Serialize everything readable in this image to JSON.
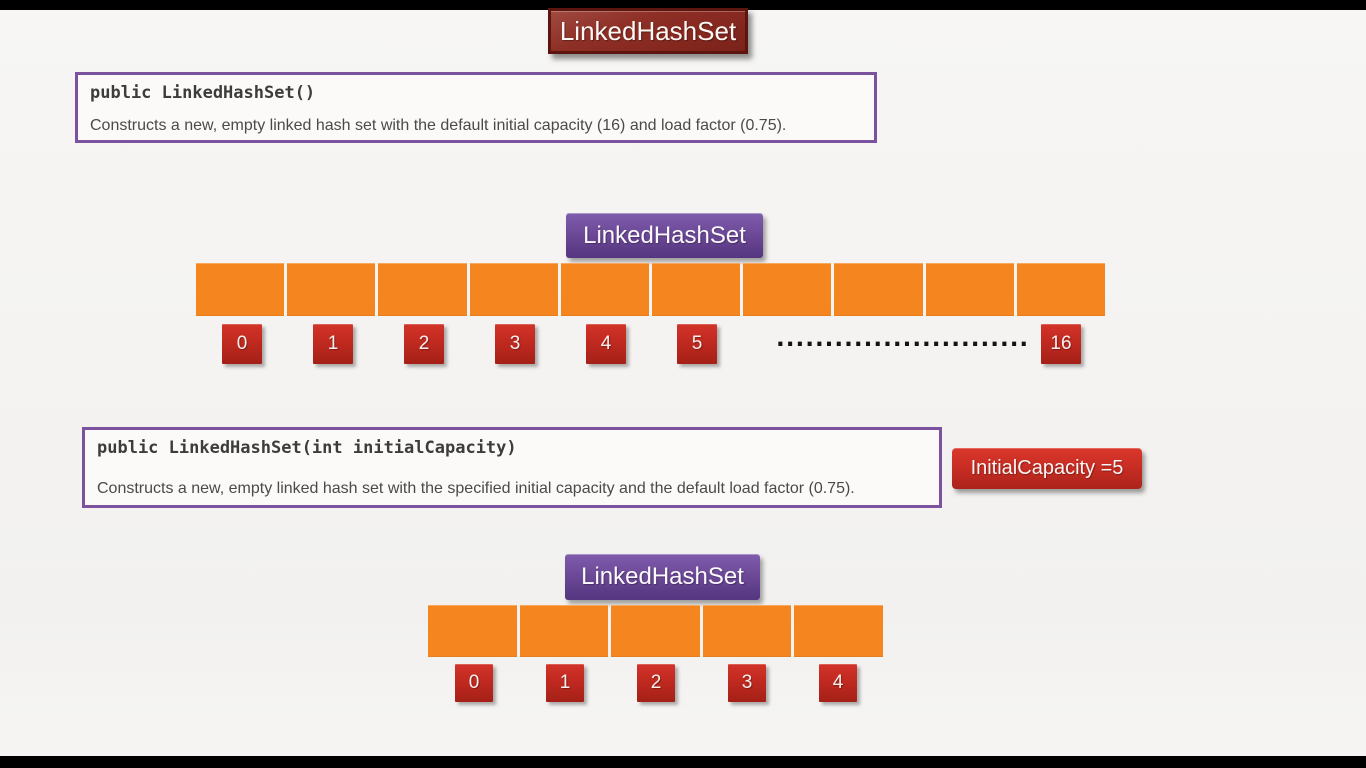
{
  "slide": {
    "title": "LinkedHashSet",
    "colors": {
      "orange_bucket": "#F5861F",
      "red_index": "#C22A20",
      "purple_label": "#6C4997",
      "purple_border": "#7B529E",
      "maroon_title": "#8E2F26",
      "background": "#F4F3F1"
    }
  },
  "default_constructor": {
    "code": "public LinkedHashSet()",
    "description": "Constructs a new, empty linked hash set with the default initial capacity (16) and load factor (0.75).",
    "diagram_label": "LinkedHashSet",
    "bucket_count": 10,
    "index_labels": [
      "0",
      "1",
      "2",
      "3",
      "4",
      "5"
    ],
    "ellipsis": "..........................",
    "final_index_label": "16"
  },
  "capacity_constructor": {
    "code": "public LinkedHashSet(int initialCapacity)",
    "description": "Constructs a new, empty linked hash set with the specified initial capacity and the default load factor (0.75).",
    "capacity_note": "InitialCapacity =5",
    "diagram_label": "LinkedHashSet",
    "bucket_count": 5,
    "index_labels": [
      "0",
      "1",
      "2",
      "3",
      "4"
    ]
  }
}
